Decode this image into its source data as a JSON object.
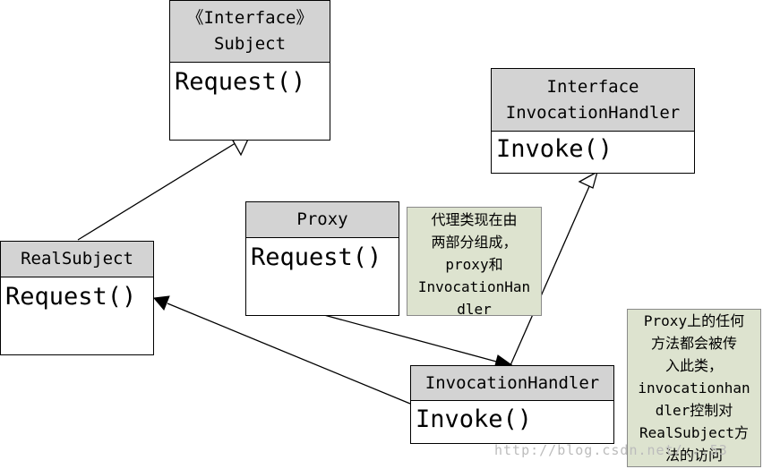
{
  "classes": {
    "subject": {
      "stereotype": "《Interface》",
      "name": "Subject",
      "method": "Request()"
    },
    "invocation_handler_interface": {
      "stereotype": "Interface",
      "name": "InvocationHandler",
      "method": "Invoke()"
    },
    "proxy": {
      "name": "Proxy",
      "method": "Request()"
    },
    "real_subject": {
      "name": "RealSubject",
      "method": "Request()"
    },
    "invocation_handler": {
      "name": "InvocationHandler",
      "method": "Invoke()"
    }
  },
  "notes": {
    "note1": {
      "lines": [
        "代理类现在由",
        "两部分组成，",
        "proxy和",
        "InvocationHan",
        "dler"
      ]
    },
    "note2": {
      "lines": [
        "Proxy上的任何",
        "方法都会被传",
        "入此类，",
        "invocationhan",
        "dler控制对",
        "RealSubject方",
        "法的访问"
      ]
    }
  },
  "watermark": "http://blog.csdn.net/...53"
}
